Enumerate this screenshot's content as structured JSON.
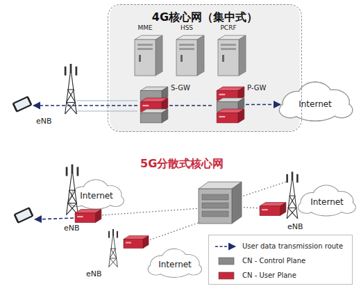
{
  "diagram": {
    "nodes": [
      {
        "text": [
          "4G核心网（集中式）"
        ]
      },
      {
        "text": [
          "MME"
        ],
        "in": 0
      },
      {
        "text": [
          "HSS"
        ],
        "in": 0
      },
      {
        "text": [
          "PCRF"
        ],
        "in": 0
      },
      {
        "text": [
          "S-GW"
        ],
        "in": 0
      },
      {
        "text": [
          "P-GW"
        ],
        "in": 0
      },
      {
        "text": [
          "Internet"
        ]
      },
      {
        "text": [
          "Internet"
        ]
      },
      {
        "text": [
          "Internet"
        ]
      },
      {
        "text": [
          "Internet"
        ]
      }
    ],
    "edges": [
      {
        "from": 4,
        "to": 5,
        "arrow": "none"
      },
      {
        "from": 5,
        "to": 6,
        "arrow": "to"
      }
    ],
    "labels": [
      "eNB",
      "5G分散式核心网",
      "eNB",
      "eNB",
      "eNB"
    ],
    "legend": [
      {
        "text": "User data transmission route"
      },
      {
        "text": "CN - Control Plane",
        "color": "#8a8a8a"
      },
      {
        "text": "CN - User Plane",
        "color": "#c8283c"
      }
    ]
  }
}
